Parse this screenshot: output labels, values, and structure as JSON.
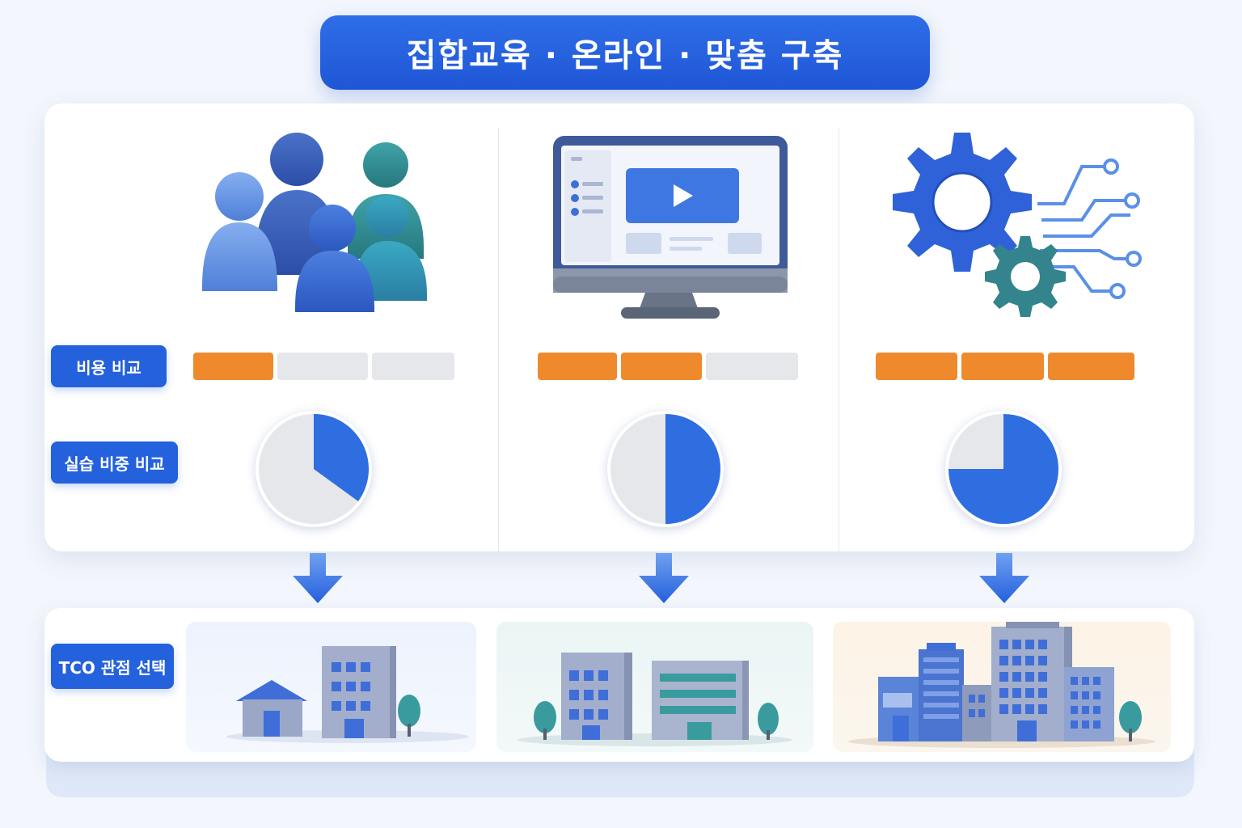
{
  "title": "집합교육 · 온라인 · 맞춤 구축",
  "labels": {
    "cost": "비용 비교",
    "practice": "실습 비중 비교",
    "tco": "TCO 관점 선택"
  },
  "icons": [
    "people-group-icon",
    "monitor-video-icon",
    "gears-circuit-icon"
  ],
  "colors": {
    "primary": "#2461dc",
    "cost_bar": "#ee8a2c",
    "inactive": "#e6e7ea",
    "pie_fill": "#2f6ee0"
  },
  "chart_data": [
    {
      "type": "bar",
      "name_hint": "cost-column-1",
      "segments_total": 3,
      "values": [
        1
      ]
    },
    {
      "type": "bar",
      "name_hint": "cost-column-2",
      "segments_total": 3,
      "values": [
        2
      ]
    },
    {
      "type": "bar",
      "name_hint": "cost-column-3",
      "segments_total": 3,
      "values": [
        3
      ]
    },
    {
      "type": "pie",
      "name_hint": "practice-column-1",
      "values": [
        0.35,
        0.65
      ]
    },
    {
      "type": "pie",
      "name_hint": "practice-column-2",
      "values": [
        0.5,
        0.5
      ]
    },
    {
      "type": "pie",
      "name_hint": "practice-column-3",
      "values": [
        0.75,
        0.25
      ]
    }
  ]
}
